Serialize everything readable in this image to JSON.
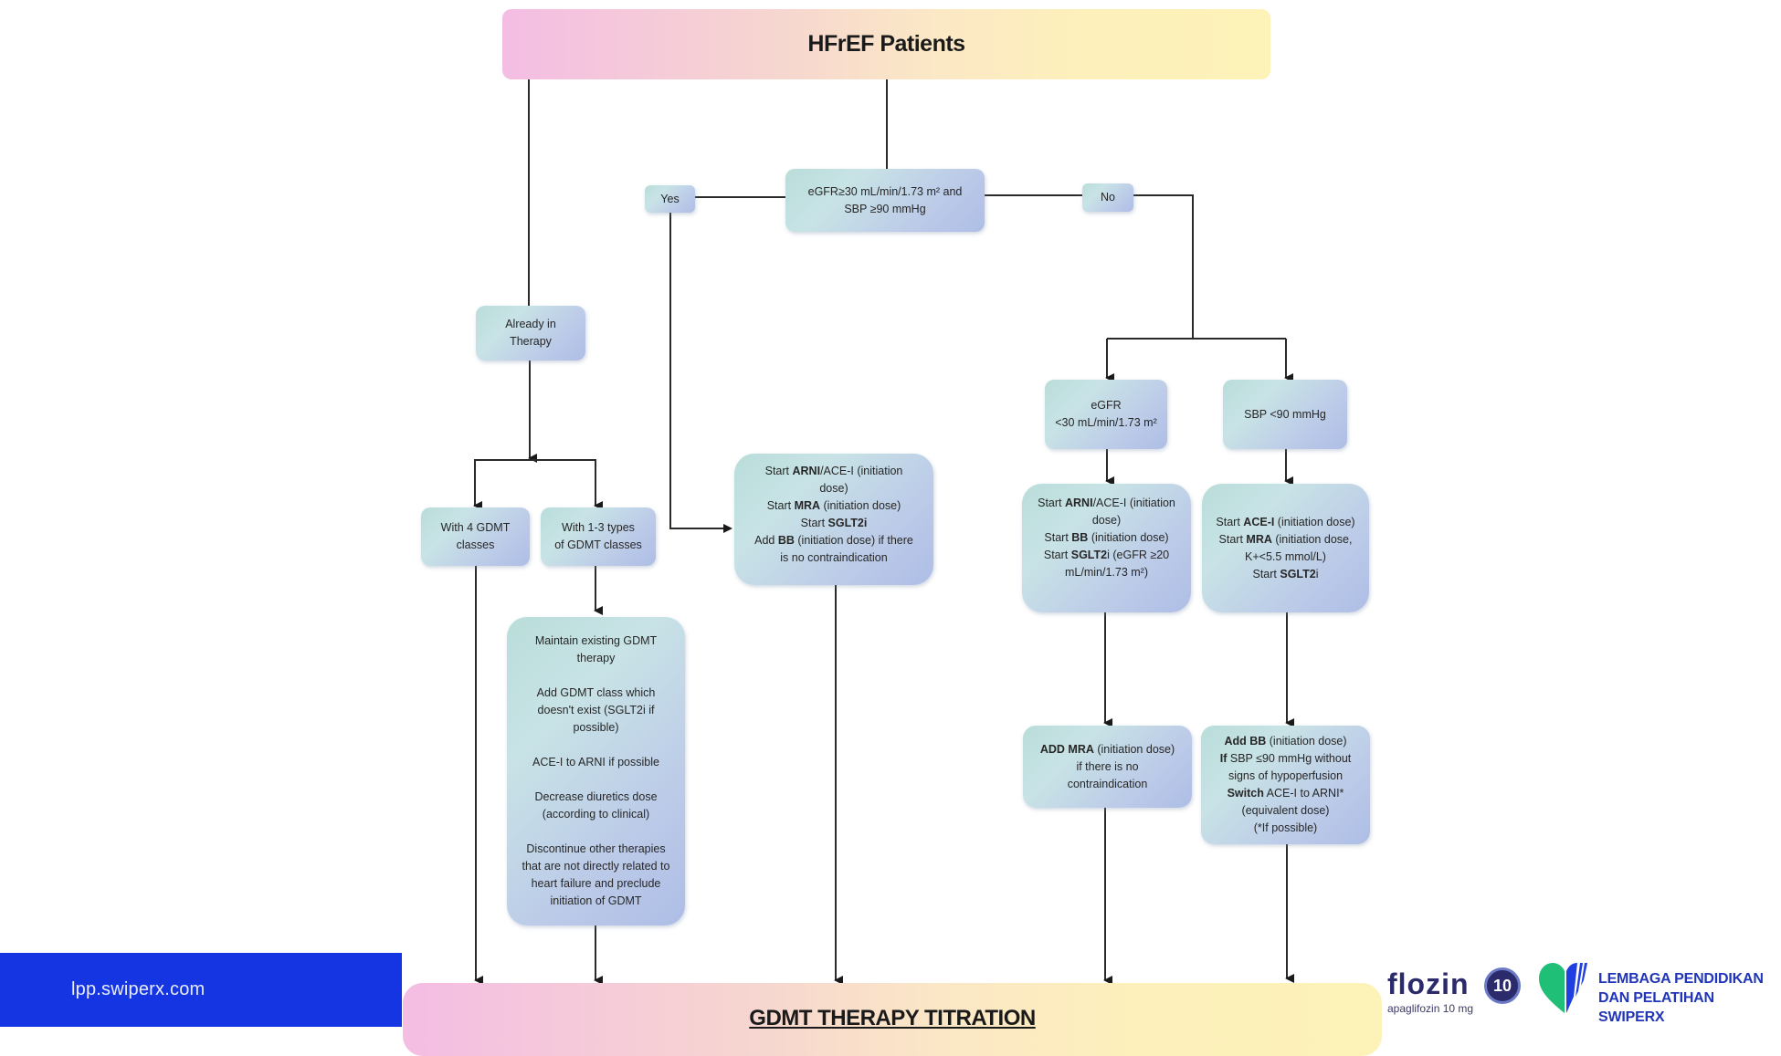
{
  "diagram": {
    "top_title": "HFrEF Patients",
    "bottom_title": "GDMT THERAPY TITRATION",
    "condition": {
      "line1": "eGFR≥30 mL/min/1.73 m² and",
      "line2": "SBP ≥90 mmHg"
    },
    "yes_label": "Yes",
    "no_label": "No",
    "already_in_therapy": {
      "line1": "Already in",
      "line2": "Therapy"
    },
    "with_4_gdmt": {
      "line1": "With 4 GDMT",
      "line2": "classes"
    },
    "with_1_3_gdmt": {
      "line1": "With 1-3 types",
      "line2": "of GDMT classes"
    },
    "maintain_box": {
      "items": [
        "Maintain existing GDMT therapy",
        "Add GDMT class which doesn't exist (SGLT2i if possible)",
        "ACE-I to ARNI if possible",
        "Decrease diuretics dose (according to clinical)",
        "Discontinue other therapies that are not directly related to heart failure and preclude initiation of GDMT"
      ]
    },
    "start_box": {
      "l1_pre": "Start ",
      "l1_bold": "ARNI",
      "l1_post": "/ACE-I (initiation dose)",
      "l2_pre": "Start ",
      "l2_bold": "MRA",
      "l2_post": " (initiation dose)",
      "l3_pre": "Start ",
      "l3_bold": "SGLT2i",
      "l4_pre": "Add ",
      "l4_bold": "BB",
      "l4_post": " (initiation dose) if there is no contraindication"
    },
    "egfr_low": {
      "line1": "eGFR",
      "line2": "<30 mL/min/1.73 m²"
    },
    "sbp_low": {
      "line1": "SBP <90 mmHg"
    },
    "egfr_action": {
      "l1_pre": "Start ",
      "l1_bold": "ARNI",
      "l1_post": "/ACE-I (initiation dose)",
      "l2_pre": "Start ",
      "l2_bold": "BB",
      "l2_post": " (initiation dose)",
      "l3_pre": "Start ",
      "l3_bold": "SGLT2",
      "l3_post": "i (eGFR ≥20 mL/min/1.73 m²)"
    },
    "sbp_action": {
      "l1_pre": "Start ",
      "l1_bold": "ACE-I",
      "l1_post": " (initiation dose)",
      "l2_pre": "Start ",
      "l2_bold": "MRA",
      "l2_post": " (initiation dose, K+<5.5 mmol/L)",
      "l3_pre": "Start ",
      "l3_bold": "SGLT2",
      "l3_post": "i"
    },
    "add_mra": {
      "l1_bold": "ADD MRA",
      "l1_post": " (initiation dose)",
      "l2": "if there is no contraindication"
    },
    "add_bb": {
      "l1_bold": "Add BB",
      "l1_post": " (initiation dose)",
      "l2_bold": "If",
      "l2_post": " SBP ≤90 mmHg without signs of hypoperfusion",
      "l3_bold": "Switch",
      "l3_post": " ACE-I to ARNI*",
      "l4": "(equivalent dose)",
      "l5": "(*If possible)"
    }
  },
  "footer": {
    "website": "lpp.swiperx.com",
    "brand_name": "flozin",
    "brand_sub": "apaglifozin 10 mg",
    "brand_badge": "10",
    "org_line1": "LEMBAGA PENDIDIKAN",
    "org_line2": "DAN PELATIHAN SWIPERX"
  },
  "colors": {
    "footer_bar": "#1535e3",
    "org_text": "#2035b8",
    "brand_text": "#2b2a6b",
    "heart_green": "#1fbf78",
    "heart_blue": "#1f3fe0"
  }
}
